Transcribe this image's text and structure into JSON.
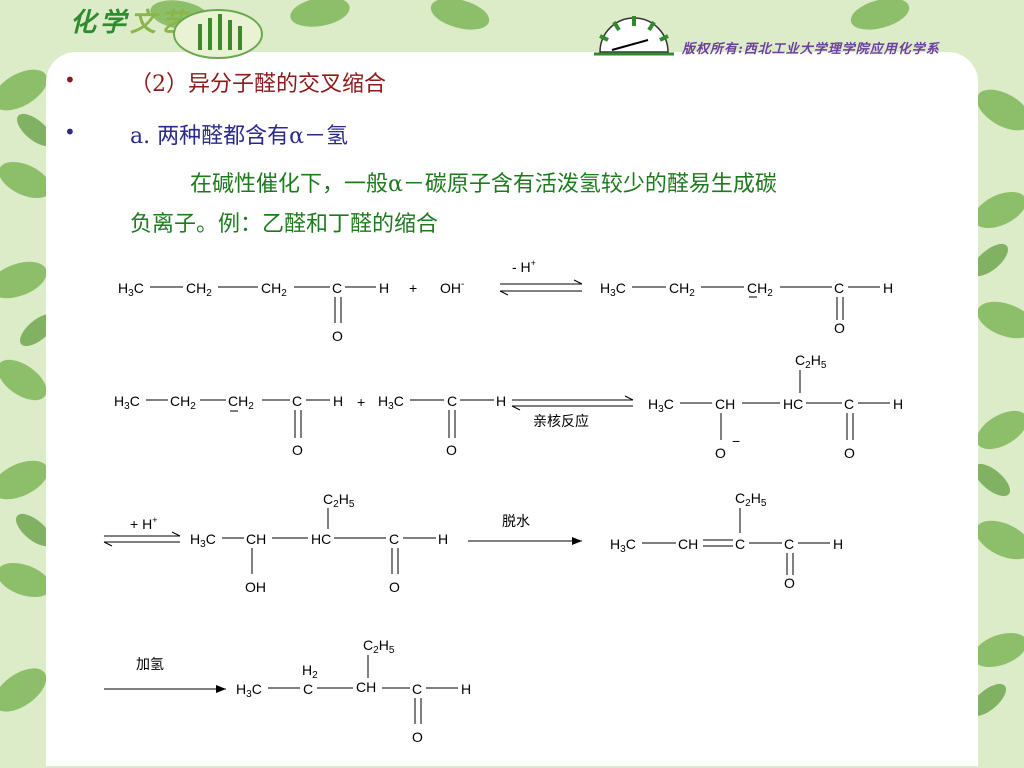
{
  "header": {
    "logo_chars": [
      "化",
      "学",
      "文",
      "艺"
    ],
    "copyright": "版权所有:西北工业大学理学院应用化学系"
  },
  "bullets": [
    {
      "marker": "•",
      "text": "（2）异分子醛的交叉缩合"
    },
    {
      "marker": "•",
      "text": "a. 两种醛都含有α－氢"
    }
  ],
  "paragraph": {
    "line1": "在碱性催化下，一般α－碳原子含有活泼氢较少的醛易生成碳",
    "line2": "负离子。例：乙醛和丁醛的缩合"
  },
  "labels": {
    "minus_h": "- H",
    "plus_sup": "+",
    "plus": "+",
    "oh_minus": "OH",
    "minus_sup": "-",
    "nucleophilic": "亲核反应",
    "plus_h": "+ H",
    "dehydration": "脱水",
    "hydrogenation": "加氢"
  },
  "colors": {
    "accent_red": "#8b1a1a",
    "accent_blue": "#2a2a8c",
    "accent_green": "#1d7a1d",
    "leaf": "#6aa84f"
  }
}
